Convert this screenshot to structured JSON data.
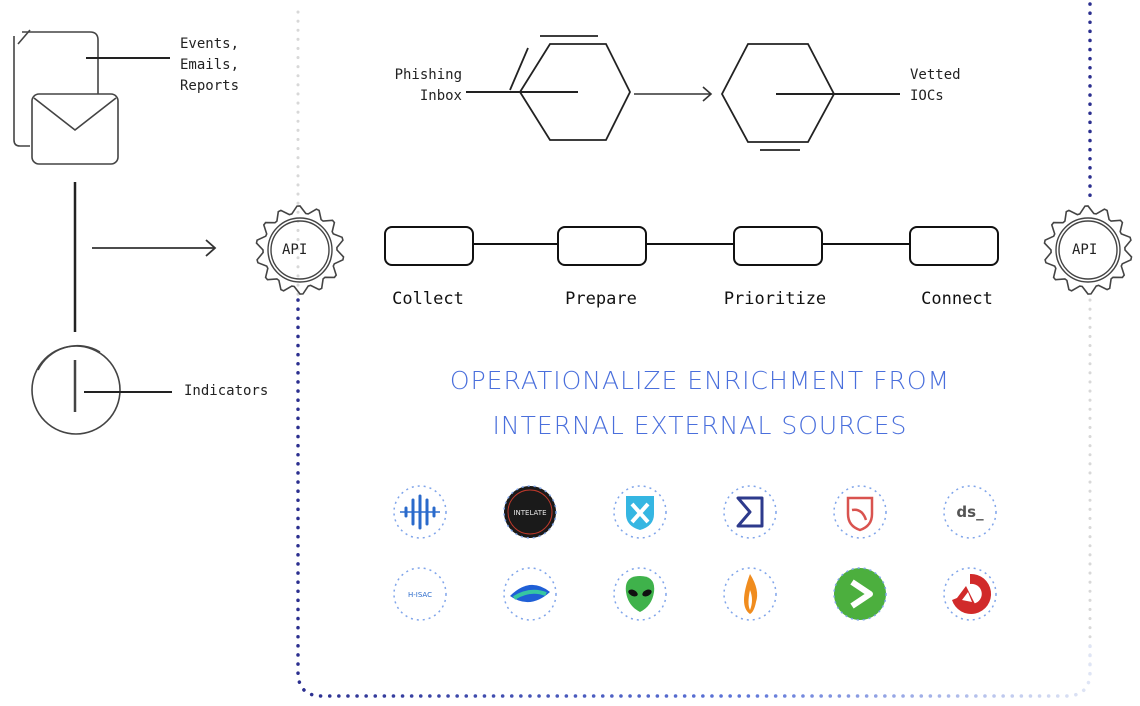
{
  "inputs": {
    "documents_label": "Events,\nEmails,\nReports",
    "indicators_label": "Indicators"
  },
  "phishing": {
    "inbox_label": "Phishing\nInbox",
    "output_label": "Vetted\nIOCs"
  },
  "api": {
    "left_label": "API",
    "right_label": "API"
  },
  "pipeline": {
    "stages": [
      "Collect",
      "Prepare",
      "Prioritize",
      "Connect"
    ]
  },
  "headline": {
    "line1": "OPERATIONALIZE ENRICHMENT FROM",
    "line2": "INTERNAL EXTERNAL SOURCES"
  },
  "logos": {
    "rows": [
      [
        {
          "icon": "signal-bars-icon"
        },
        {
          "icon": "intelate-icon",
          "text": "INTELATE"
        },
        {
          "icon": "shield-x-icon"
        },
        {
          "icon": "sigma-icon"
        },
        {
          "icon": "red-shield-icon"
        },
        {
          "icon": "ds-icon",
          "text": "ds_"
        }
      ],
      [
        {
          "icon": "h-isac-icon",
          "text": "H-ISAC"
        },
        {
          "icon": "eye-icon"
        },
        {
          "icon": "alien-icon"
        },
        {
          "icon": "flame-icon"
        },
        {
          "icon": "green-chevron-icon"
        },
        {
          "icon": "red-triangle-icon"
        }
      ]
    ]
  },
  "colors": {
    "accent_blue": "#4a6fdc",
    "dot_navy": "#2b2f8f",
    "line": "#222222"
  }
}
